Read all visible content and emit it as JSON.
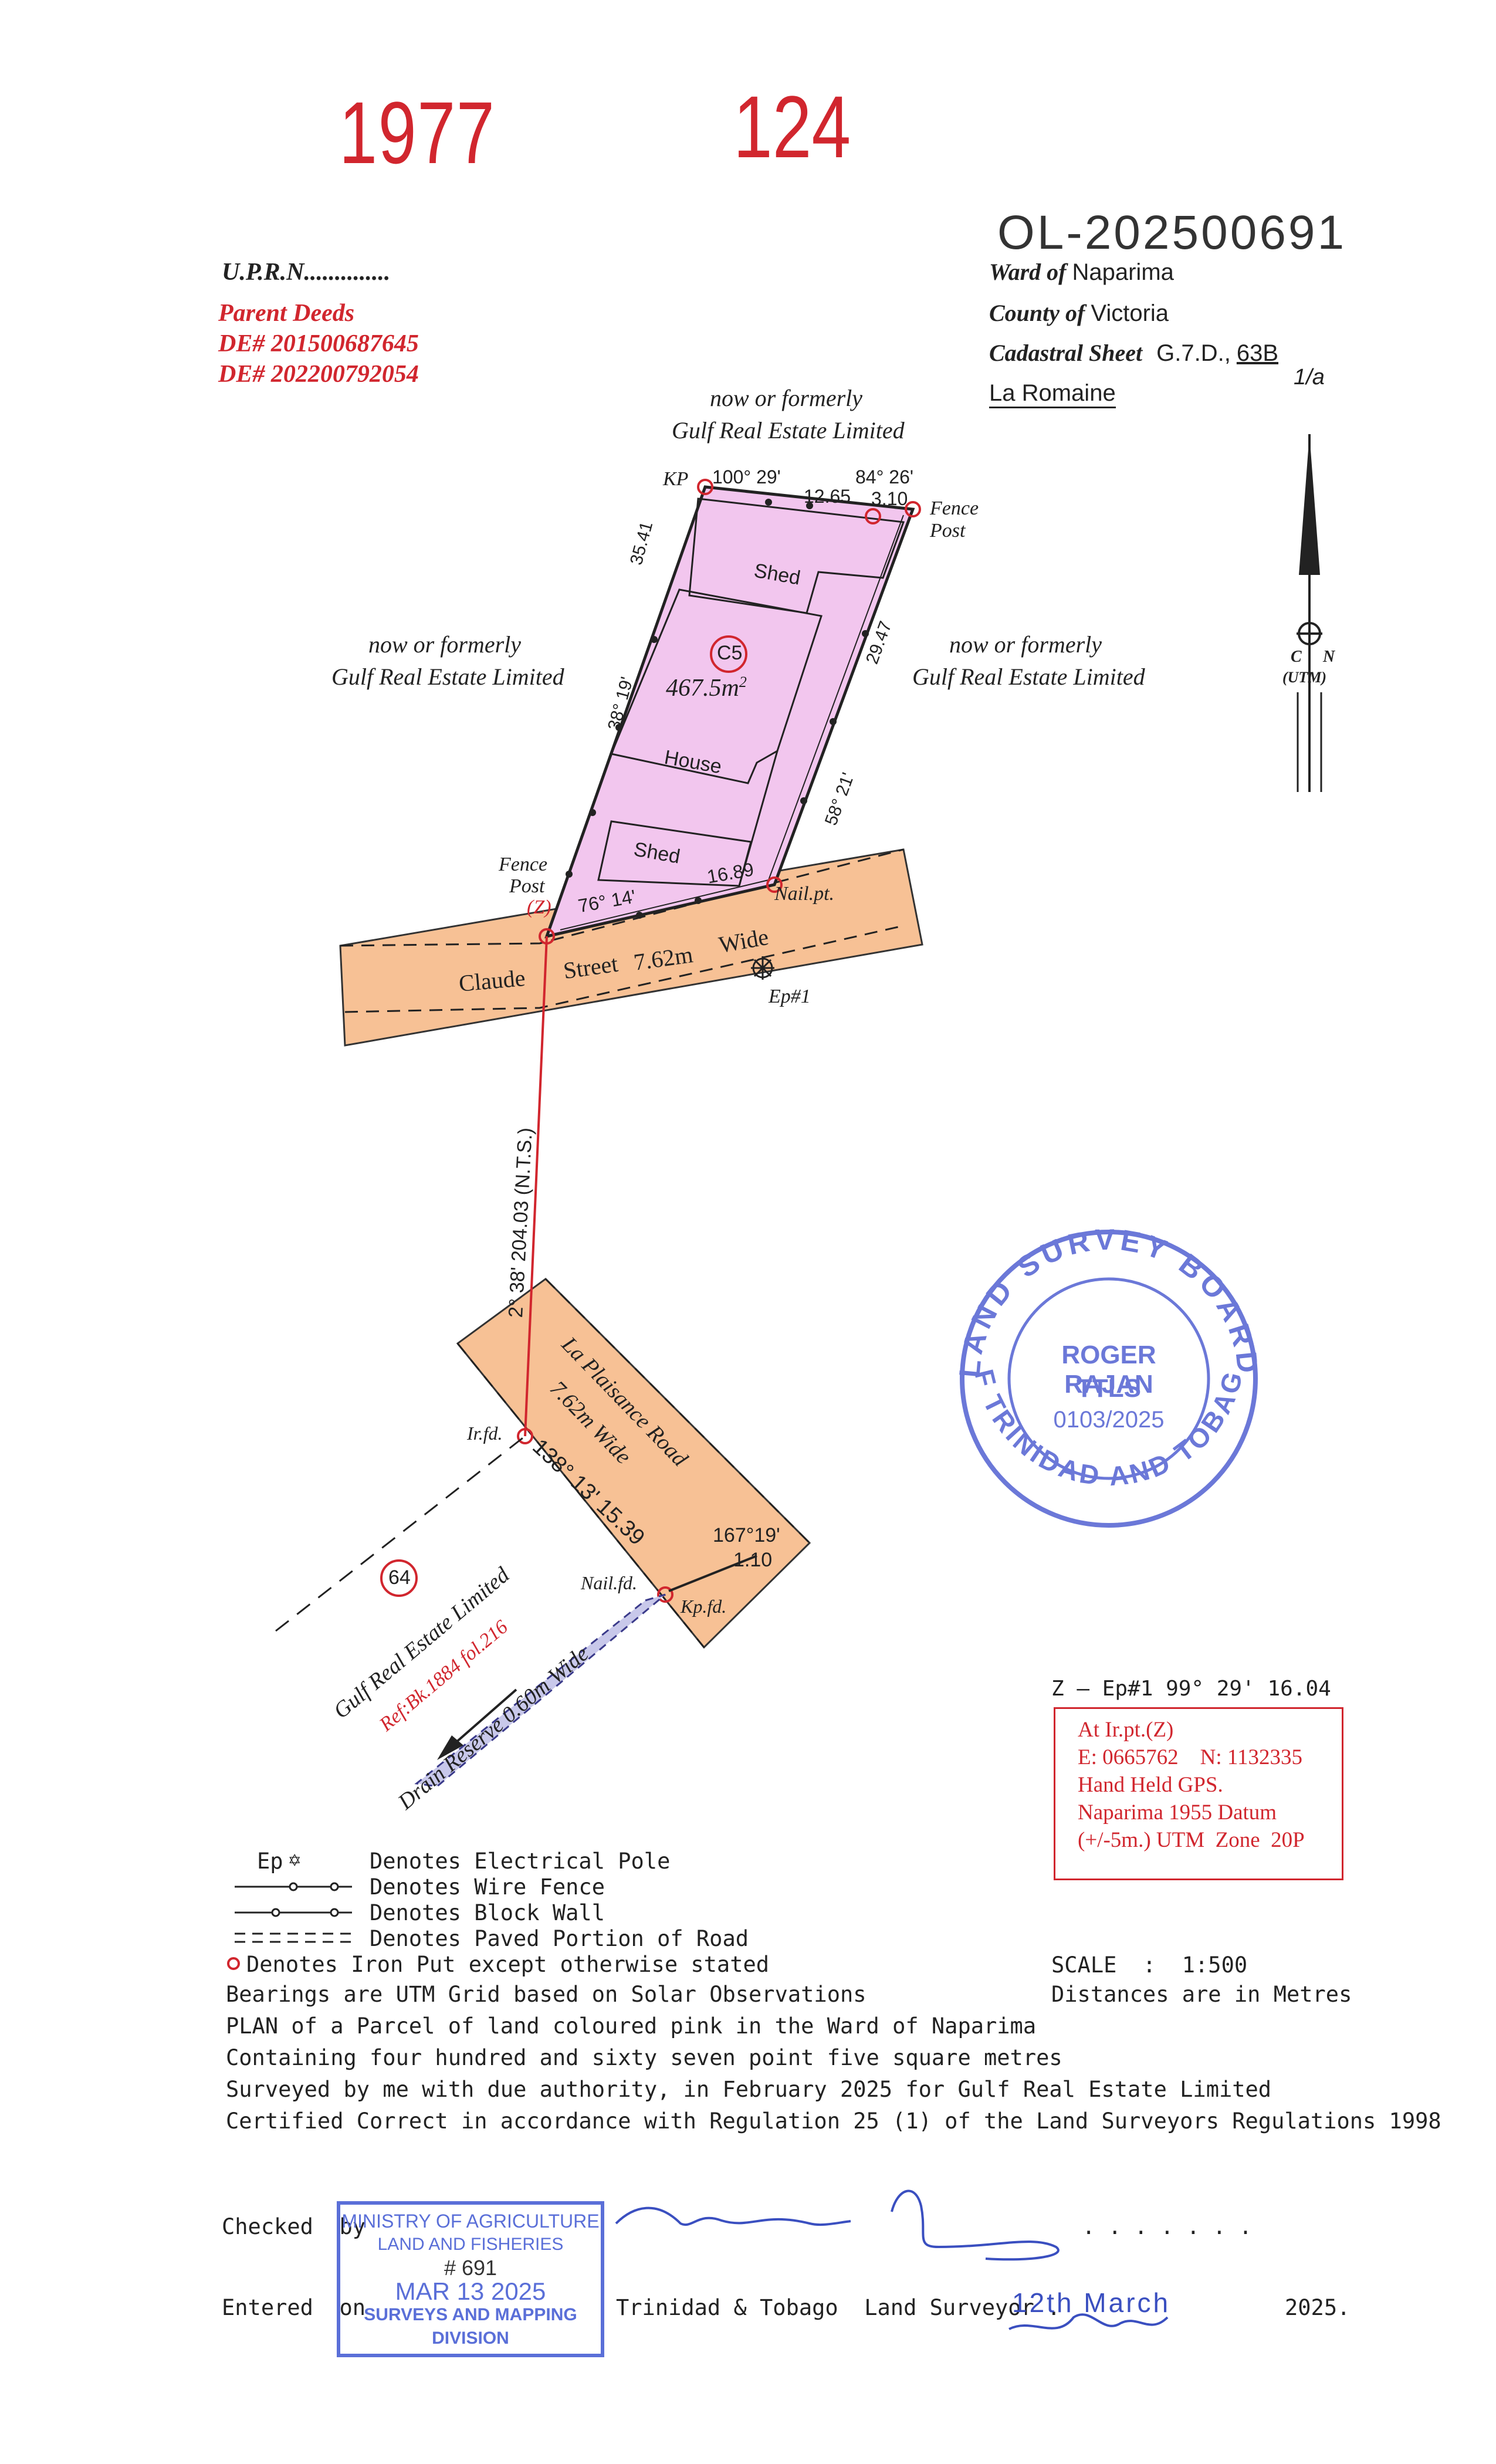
{
  "header": {
    "volume": "1977",
    "folio": "124",
    "reference_no": "OL-202500691"
  },
  "left_block": {
    "uprn": "U.P.R.N..............",
    "parent_deeds": "Parent Deeds",
    "deed_1": "DE# 201500687645",
    "deed_2": "DE# 202200792054"
  },
  "right_block": {
    "ward_label": "Ward of",
    "ward": "Naparima",
    "county_label": "County of",
    "county": "Victoria",
    "sheet_label": "Cadastral Sheet",
    "sheet_prefix": "G.7.D.,",
    "sheet_top": "63B",
    "sheet_bottom": "1/a",
    "place": "La Romaine"
  },
  "map": {
    "north_label": "C",
    "north_label_n": "N",
    "north_label_utm": "(UTM)",
    "neighbour_north_1": "now or formerly",
    "neighbour_north_2": "Gulf Real Estate Limited",
    "neighbour_west_1": "now or formerly",
    "neighbour_west_2": "Gulf Real Estate Limited",
    "neighbour_east_1": "now or formerly",
    "neighbour_east_2": "Gulf Real Estate Limited",
    "kp": "KP",
    "angle_nw": "100° 29'",
    "dist_north": "12.65",
    "angle_ne": "84° 26'",
    "dist_ne": "3.10",
    "fence_post_ne_1": "Fence",
    "fence_post_ne_2": "Post",
    "dist_west": "35.41",
    "bearing_west": "38° 19'",
    "dist_east": "29.47",
    "bearing_east": "58° 21'",
    "lot_id": "C5",
    "area_value": "467.5m",
    "area_sup": "2",
    "shed_top": "Shed",
    "house": "House",
    "shed_bottom": "Shed",
    "fence_post_sw_1": "Fence",
    "fence_post_sw_2": "Post",
    "point_z": "(Z)",
    "bearing_south": "76° 14'",
    "dist_south": "16.89",
    "nail_pt": "Nail.pt.",
    "street_word_1": "Claude",
    "street_word_2": "Street",
    "street_word_3": "7.62m",
    "street_word_4": "Wide",
    "ep_label": "Ep#1",
    "tie_line": "2° 38'  204.03 (N.T.S.)",
    "ir_fd": "Ir.fd.",
    "road2_line1": "La Plaisance Road",
    "road2_line2": "7.62m Wide",
    "tie_bearing_2": "138° 13' 15.39",
    "angle_167": "167°19'",
    "dist_110": "1.10",
    "nail_fd": "Nail.fd.",
    "kp_fd": "Kp.fd.",
    "lot_64": "64",
    "sw_owner": "Gulf Real Estate Limited",
    "sw_ref": "Ref:Bk.1884 fol.216",
    "drain": "Drain Reserve 0.60m Wide"
  },
  "stamp_lsb": {
    "top_arc": "LAND SURVEY BOARD",
    "bottom_arc": "OF TRINIDAD AND TOBAGO",
    "name": "ROGER RAJAN",
    "title": "TTLS",
    "number": "0103/2025"
  },
  "coords": {
    "bearing_line": "Z  –  Ep#1   99° 29'   16.04",
    "at": "At Ir.pt.(Z)",
    "en": "E: 0665762    N: 1132335",
    "gps": "Hand Held GPS.",
    "datum": "Naparima 1955 Datum",
    "zone": "(+/-5m.) UTM  Zone  20P"
  },
  "legend": {
    "ep": "Ep",
    "elec_pole": "Denotes  Electrical  Pole",
    "wire_fence": "Denotes  Wire  Fence",
    "block_wall": "Denotes  Block  Wall",
    "paved": "Denotes  Paved  Portion  of  Road",
    "iron_put": "Denotes Iron Put except otherwise stated"
  },
  "notes": {
    "bearings": "Bearings are UTM Grid based on Solar Observations",
    "scale": "SCALE  :  1:500",
    "distances": "Distances are in Metres",
    "plan": "PLAN of a Parcel of land coloured pink in the Ward of Naparima",
    "containing": "Containing four hundred and sixty seven point five square metres",
    "surveyed": "Surveyed by me with due authority, in February 2025 for Gulf Real Estate Limited",
    "certified": "Certified Correct in accordance with Regulation 25 (1) of the Land Surveyors Regulations 1998"
  },
  "footer": {
    "checked": "Checked  by",
    "dots_checked": "  . . . . . . .",
    "entered": "Entered  on",
    "surveyor": "Trinidad & Tobago  Land Surveyor .",
    "date_hw": "12th March",
    "year": "2025."
  },
  "stamp_ministry": {
    "line1": "MINISTRY OF AGRICULTURE",
    "line2": "LAND AND FISHERIES",
    "line3": "# 691",
    "line4": "MAR 13 2025",
    "line5": "SURVEYS AND MAPPING",
    "line6": "DIVISION"
  },
  "colors": {
    "parcel_fill": "#f2c6ee",
    "road_fill": "#f7c195",
    "red": "#d1262e",
    "stamp_blue": "#5a6fd8"
  }
}
